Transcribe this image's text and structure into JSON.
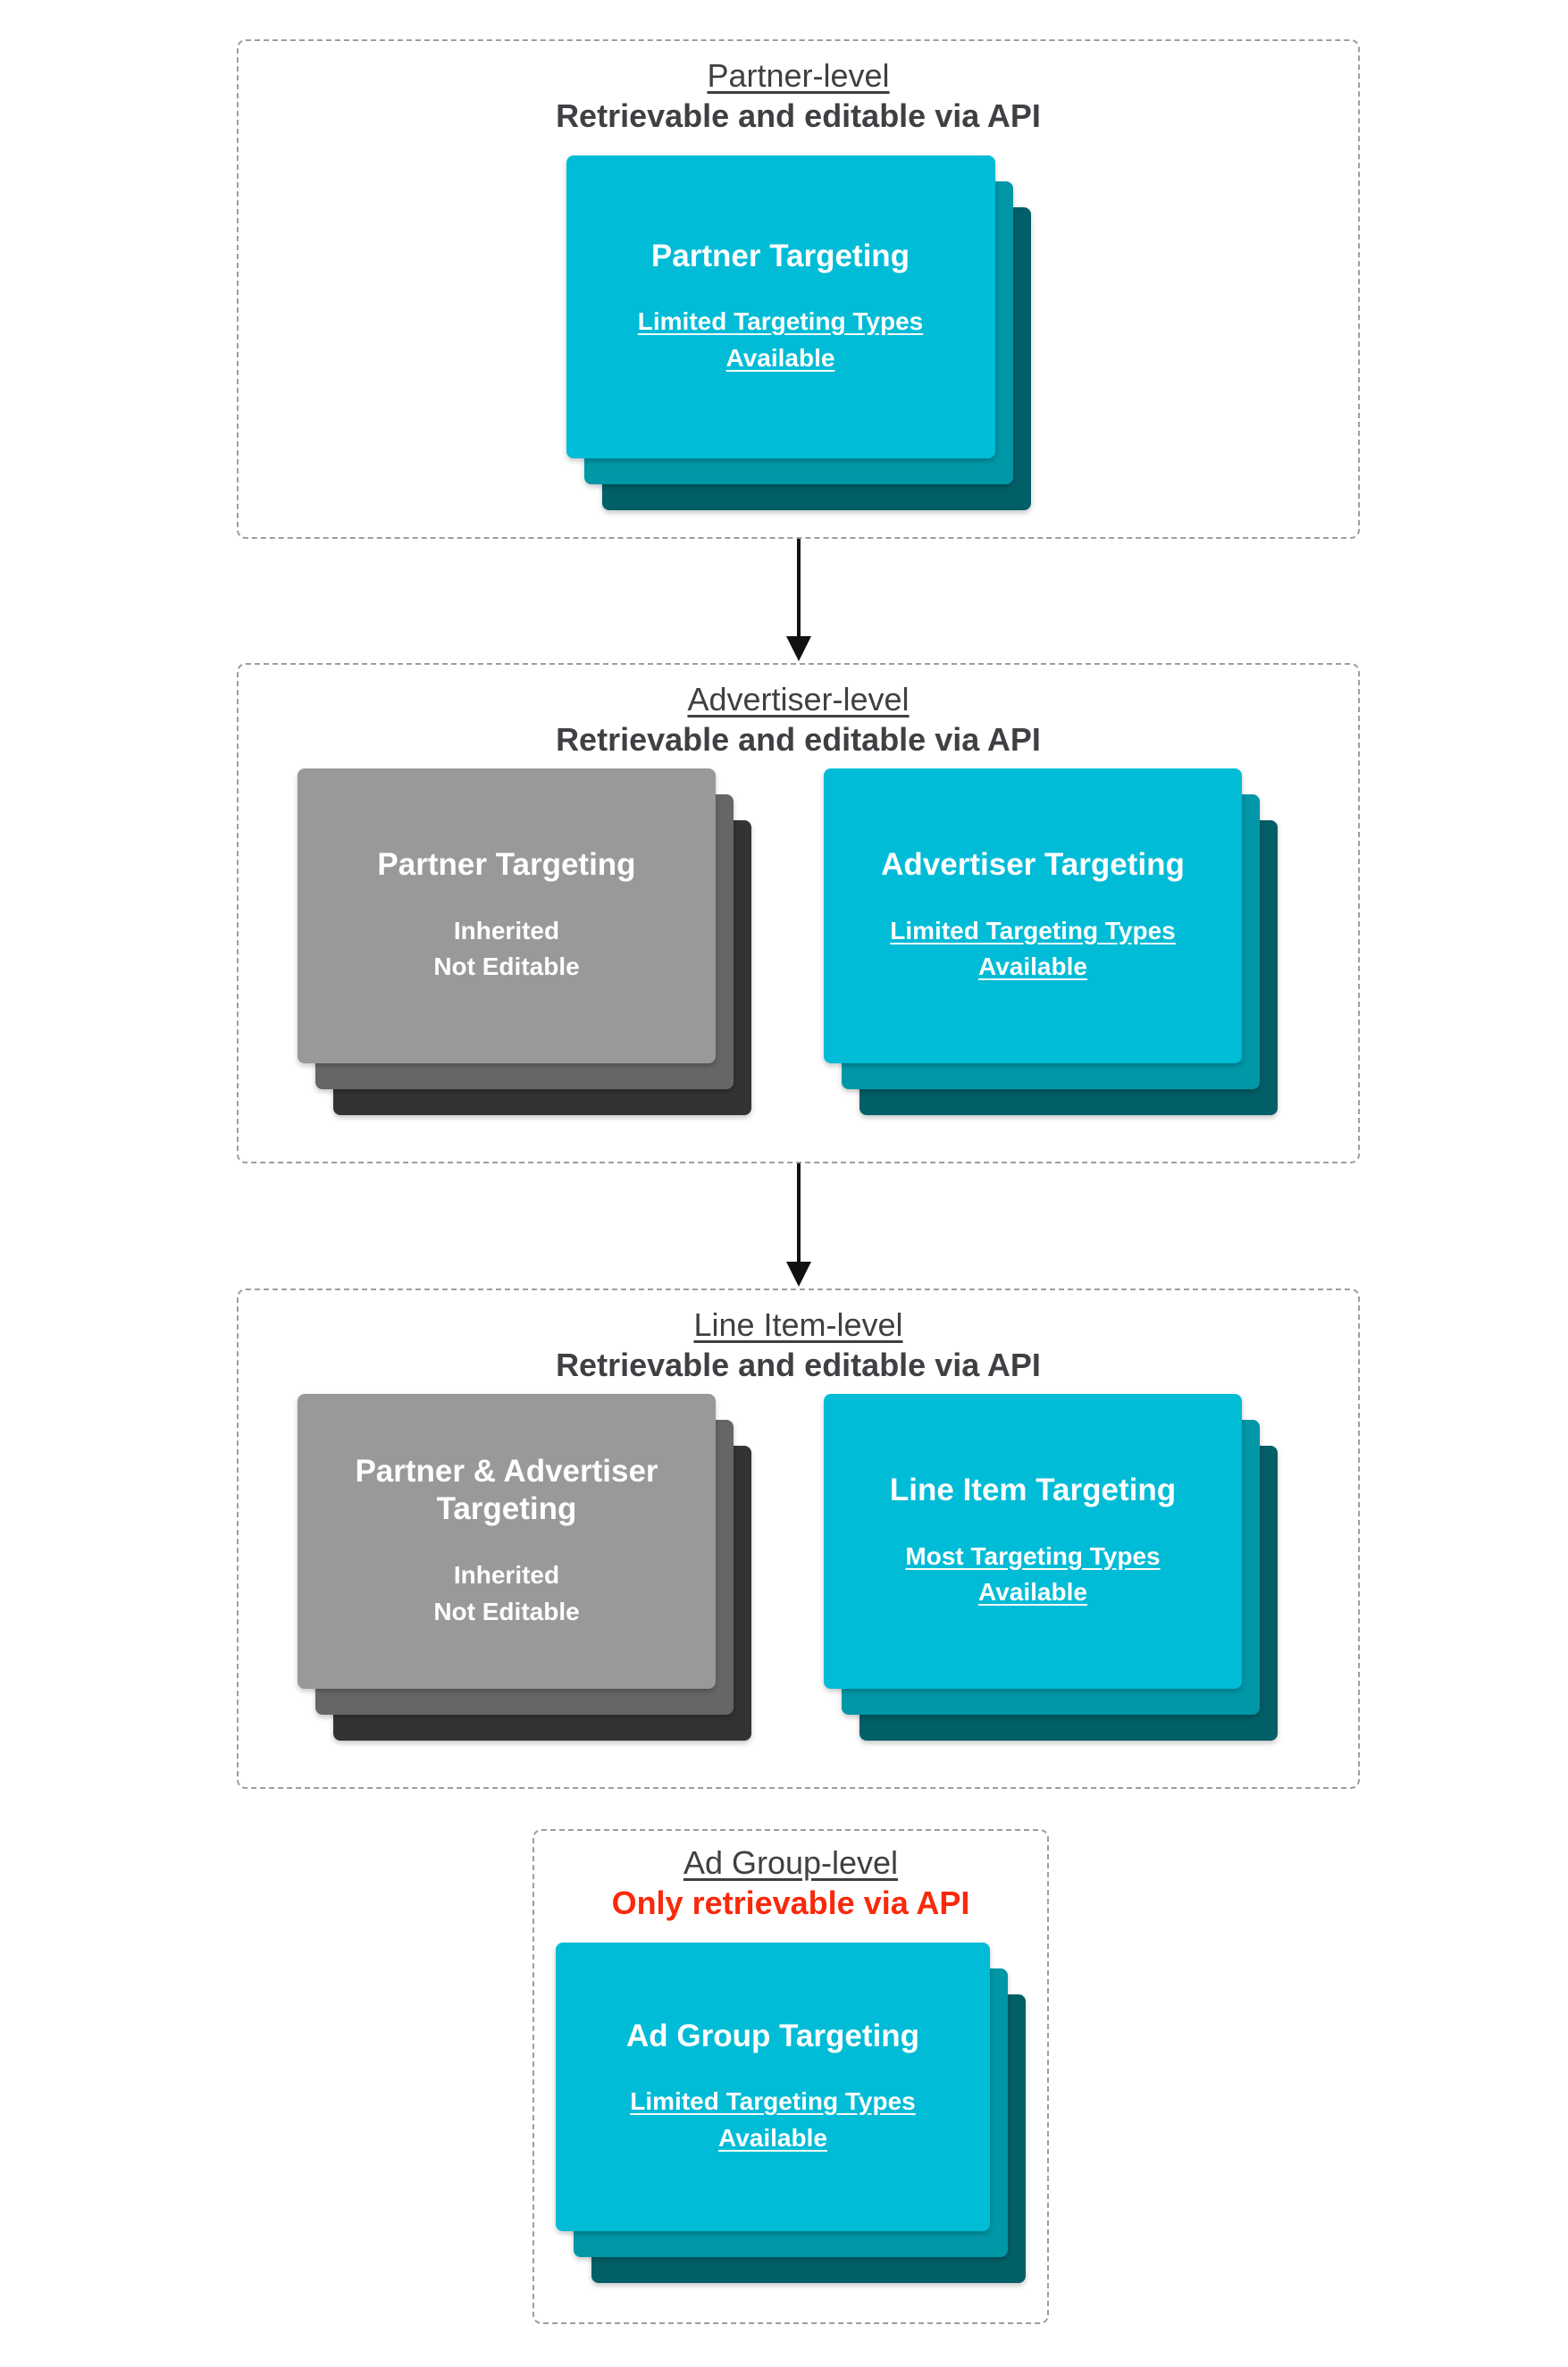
{
  "palette": {
    "card_cyan": "#00bcd6",
    "card_cyan_mid": "#0097a7",
    "card_cyan_dark": "#015f67",
    "card_gray": "#999999",
    "card_gray_mid": "#666666",
    "card_gray_dark": "#333333",
    "heading_text": "#3e4043",
    "alert_red": "#f9290c",
    "dashed_border": "#9e9e9e",
    "card_text": "#ffffff",
    "arrow": "#111111"
  },
  "flow": {
    "direction": "down",
    "arrow_count": 2
  },
  "sections": [
    {
      "id": "partner-level",
      "title": "Partner-level",
      "subtitle": "Retrievable and editable via API",
      "subtitle_color": "#3e4043",
      "cards": [
        {
          "variant": "cyan",
          "title": "Partner Targeting",
          "lines": [
            "Limited Targeting Types",
            "Available"
          ],
          "lines_underlined": true
        }
      ]
    },
    {
      "id": "advertiser-level",
      "title": "Advertiser-level",
      "subtitle": "Retrievable and editable via API",
      "subtitle_color": "#3e4043",
      "cards": [
        {
          "variant": "gray",
          "title": "Partner Targeting",
          "lines": [
            "Inherited",
            "Not Editable"
          ],
          "lines_underlined": false
        },
        {
          "variant": "cyan",
          "title": "Advertiser Targeting",
          "lines": [
            "Limited Targeting Types",
            "Available"
          ],
          "lines_underlined": true
        }
      ]
    },
    {
      "id": "line-item-level",
      "title": "Line Item-level",
      "subtitle": "Retrievable and editable via API",
      "subtitle_color": "#3e4043",
      "cards": [
        {
          "variant": "gray",
          "title": "Partner & Advertiser Targeting",
          "lines": [
            "Inherited",
            "Not Editable"
          ],
          "lines_underlined": false
        },
        {
          "variant": "cyan",
          "title": "Line Item Targeting",
          "lines": [
            "Most Targeting Types",
            "Available"
          ],
          "lines_underlined": true
        }
      ]
    },
    {
      "id": "ad-group-level",
      "title": "Ad Group-level",
      "subtitle": "Only retrievable via API",
      "subtitle_color": "#f9290c",
      "cards": [
        {
          "variant": "cyan",
          "title": "Ad Group Targeting",
          "lines": [
            "Limited Targeting Types",
            "Available"
          ],
          "lines_underlined": true
        }
      ]
    }
  ]
}
